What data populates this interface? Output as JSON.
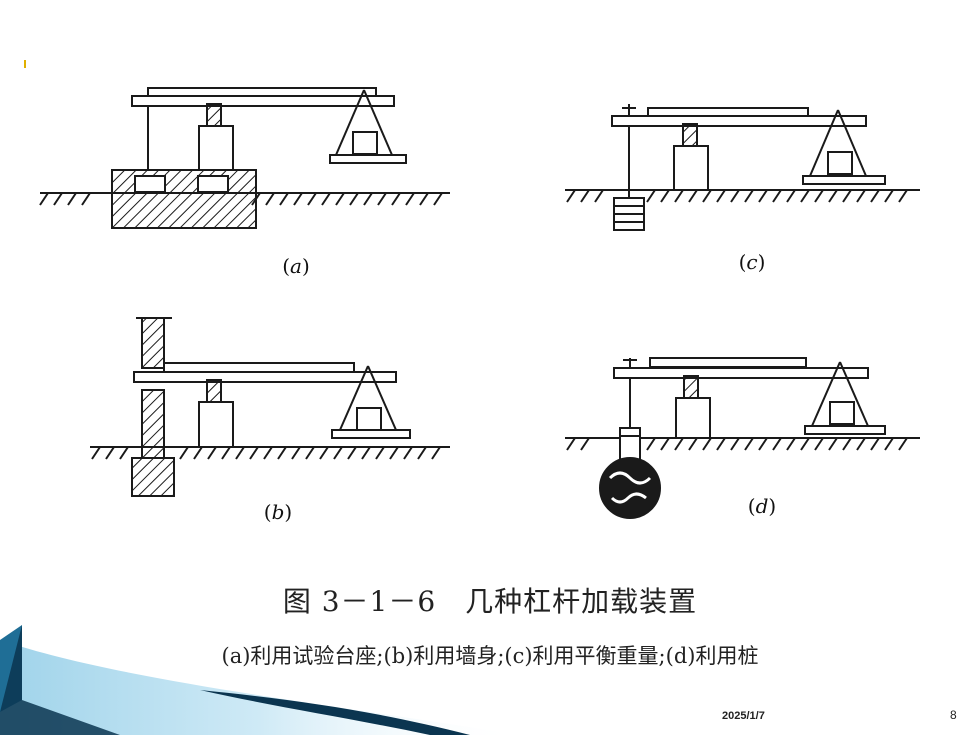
{
  "figure": {
    "labels": {
      "a": "a",
      "b": "b",
      "c": "c",
      "d": "d"
    },
    "title": "图 3－1－6　几种杠杆加载装置",
    "subtitle": "(a)利用试验台座;(b)利用墙身;(c)利用平衡重量;(d)利用桩"
  },
  "footer": {
    "date": "2025/1/7",
    "page": "8"
  },
  "colors": {
    "line": "#1a1a1a",
    "deco_dark": "#0b3550",
    "deco_mid": "#1f6e96",
    "deco_light": "#9fd3ea",
    "bullet": "#e0b000"
  }
}
